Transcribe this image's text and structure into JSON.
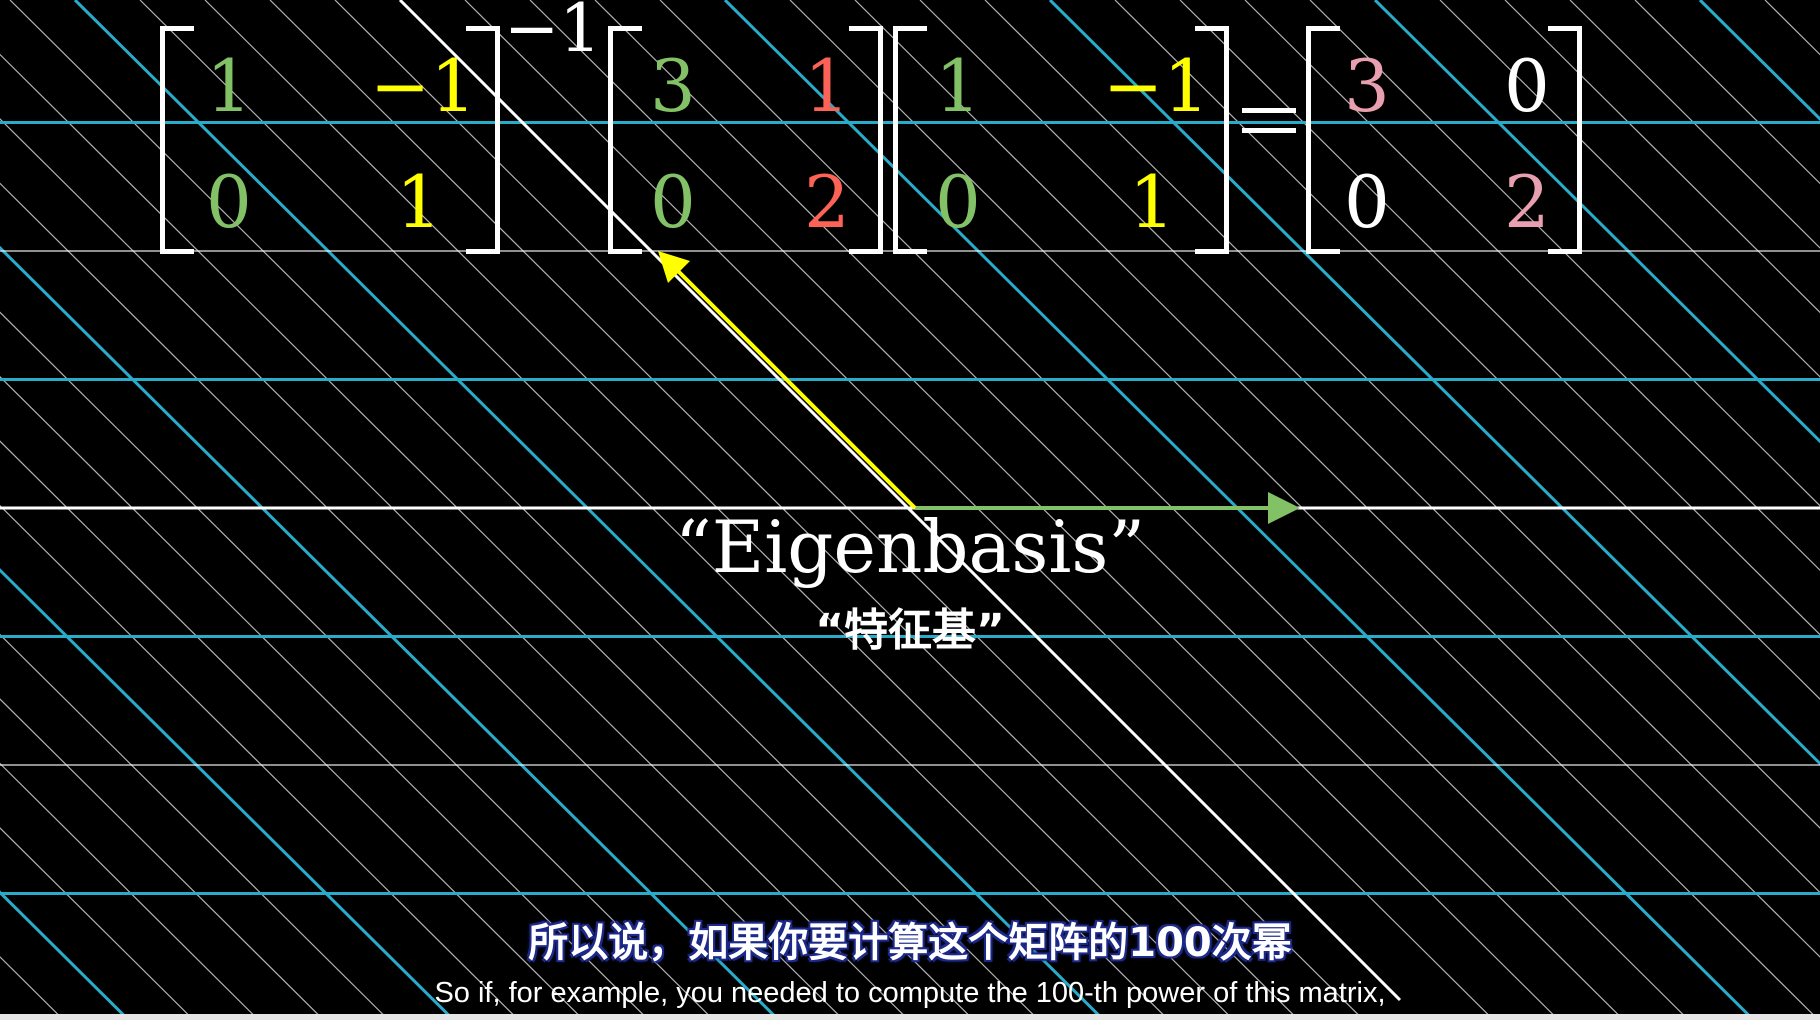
{
  "colors": {
    "background": "#000000",
    "grid_white": "#ffffff",
    "grid_blue": "#29abca",
    "eigen_green": "#83c167",
    "eigen_yellow": "#ffff00",
    "red": "#fc6255",
    "pink": "#e8a0b0",
    "subtitle_outline": "#1e2a8a"
  },
  "equation": {
    "inverse_exponent": "−1",
    "equals": "=",
    "m1": {
      "a": "1",
      "b": "−1",
      "c": "0",
      "d": "1",
      "colors": [
        "#83c167",
        "#ffff00",
        "#83c167",
        "#ffff00"
      ]
    },
    "m2": {
      "a": "3",
      "b": "1",
      "c": "0",
      "d": "2",
      "colors": [
        "#83c167",
        "#fc6255",
        "#83c167",
        "#fc6255"
      ]
    },
    "m3": {
      "a": "1",
      "b": "−1",
      "c": "0",
      "d": "1",
      "colors": [
        "#83c167",
        "#ffff00",
        "#83c167",
        "#ffff00"
      ]
    },
    "m4": {
      "a": "3",
      "b": "0",
      "c": "0",
      "d": "2",
      "colors": [
        "#e8a0b0",
        "#ffffff",
        "#ffffff",
        "#e8a0b0"
      ]
    }
  },
  "labels": {
    "eigenbasis_en": "“Eigenbasis”",
    "eigenbasis_zh": "“特征基”"
  },
  "subtitles": {
    "zh": "所以说，如果你要计算这个矩阵的100次幂",
    "en": "So if, for example, you needed to compute the 100-th power of this matrix,"
  }
}
